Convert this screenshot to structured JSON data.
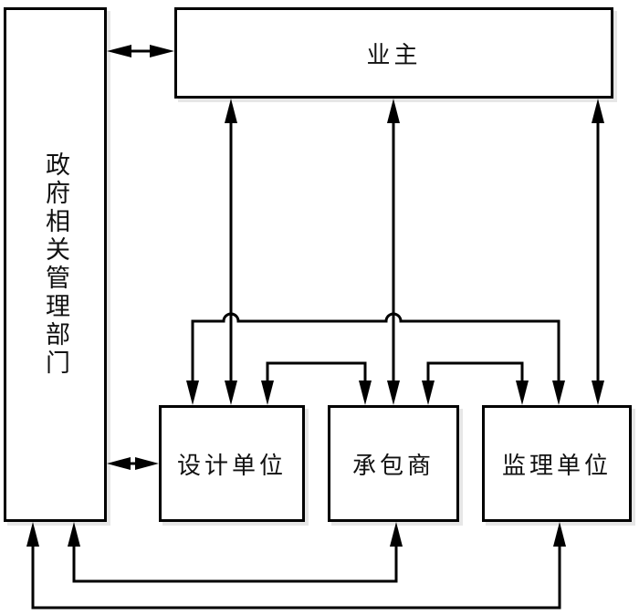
{
  "diagram": {
    "nodes": {
      "government": {
        "label": "政府相关管理部门"
      },
      "owner": {
        "label": "业主"
      },
      "designer": {
        "label": "设计单位"
      },
      "contractor": {
        "label": "承包商"
      },
      "supervisor": {
        "label": "监理单位"
      }
    },
    "edges": [
      {
        "from": "government",
        "to": "owner",
        "direction": "bidirectional"
      },
      {
        "from": "government",
        "to": "designer",
        "direction": "bidirectional"
      },
      {
        "from": "owner",
        "to": "designer",
        "direction": "bidirectional"
      },
      {
        "from": "owner",
        "to": "contractor",
        "direction": "bidirectional"
      },
      {
        "from": "owner",
        "to": "supervisor",
        "direction": "bidirectional"
      },
      {
        "from": "designer",
        "to": "supervisor",
        "direction": "bidirectional"
      },
      {
        "from": "designer",
        "to": "contractor",
        "direction": "bidirectional"
      },
      {
        "from": "contractor",
        "to": "supervisor",
        "direction": "bidirectional"
      },
      {
        "from": "government",
        "to": "contractor",
        "direction": "bidirectional"
      },
      {
        "from": "government",
        "to": "supervisor",
        "direction": "bidirectional"
      }
    ]
  }
}
